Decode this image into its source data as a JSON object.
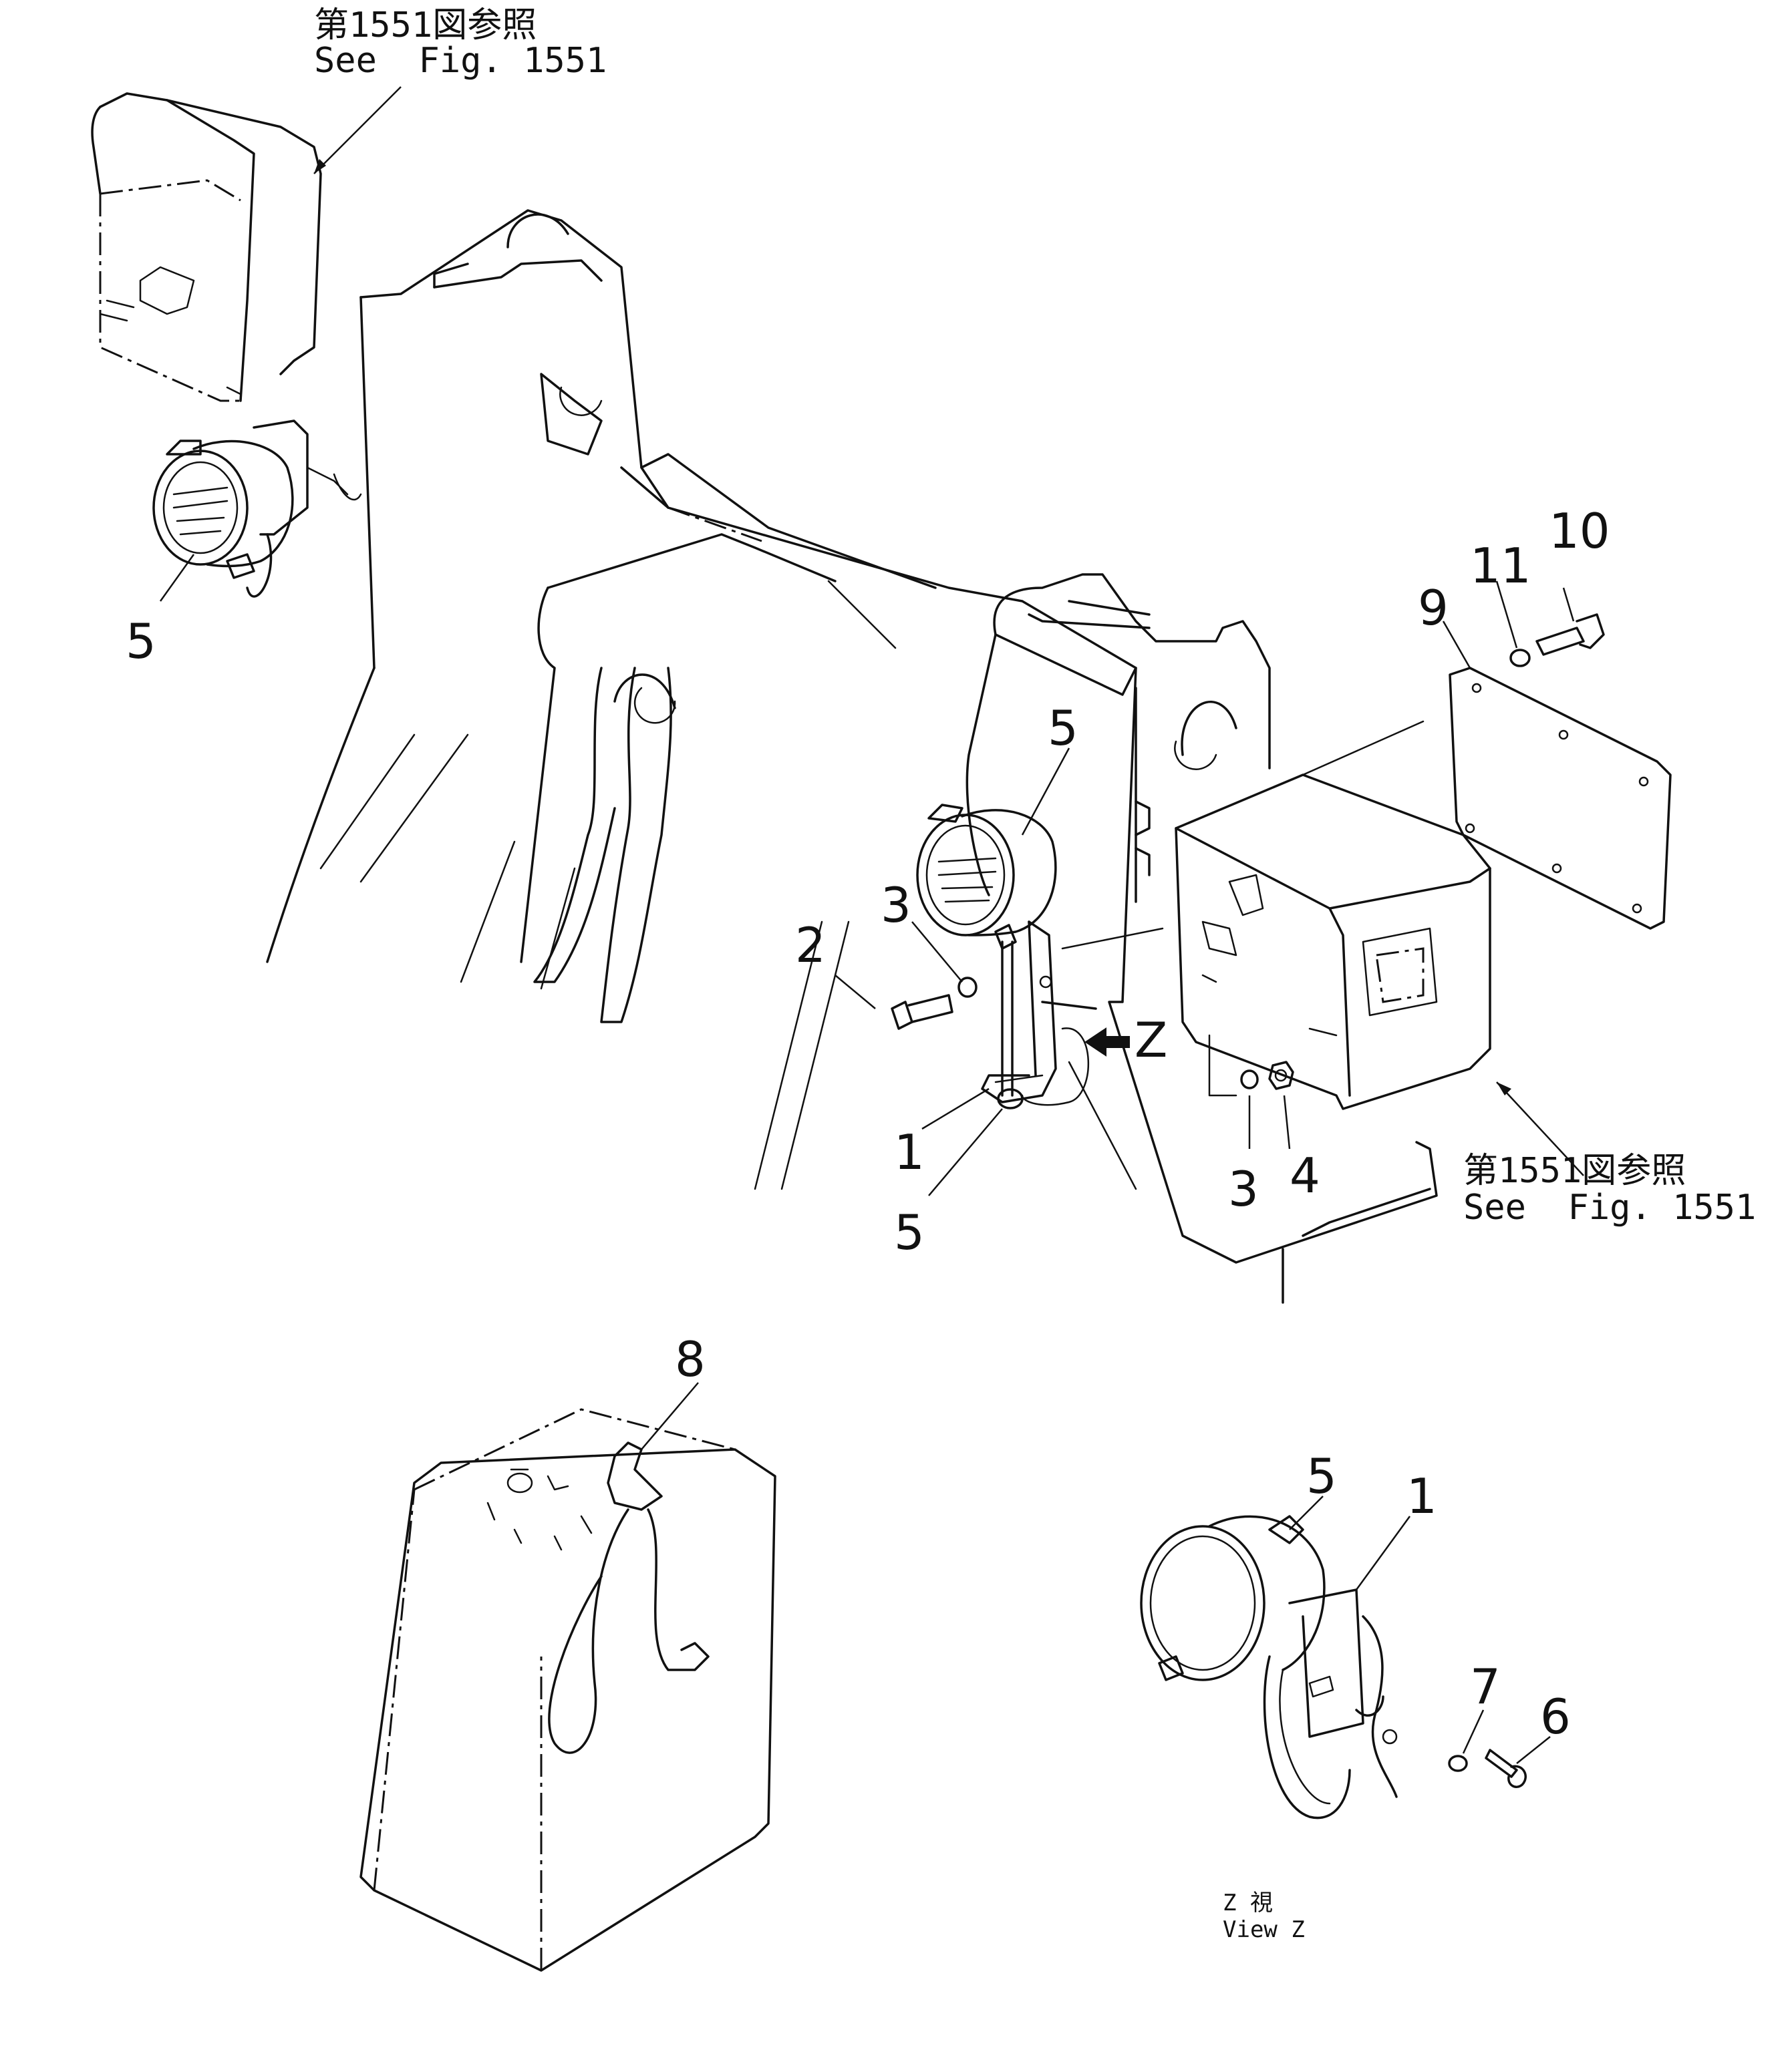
{
  "references": {
    "top_left": {
      "jp": "第1551図参照",
      "en": "See  Fig. 1551"
    },
    "right": {
      "jp": "第1551図参照",
      "en": "See  Fig. 1551"
    }
  },
  "callouts": {
    "c5_top_left": "5",
    "c10": "10",
    "c11": "11",
    "c9": "9",
    "c5_mid": "5",
    "c3_upper": "3",
    "c2": "2",
    "c1_mid": "1",
    "c5_bottom": "5",
    "c3_lower": "3",
    "c4": "4",
    "c8": "8",
    "c5_viewz": "5",
    "c1_viewz": "1",
    "c7": "7",
    "c6": "6"
  },
  "view_arrow_label": "Z",
  "view_z": {
    "jp": "Z 視",
    "en": "View Z"
  }
}
